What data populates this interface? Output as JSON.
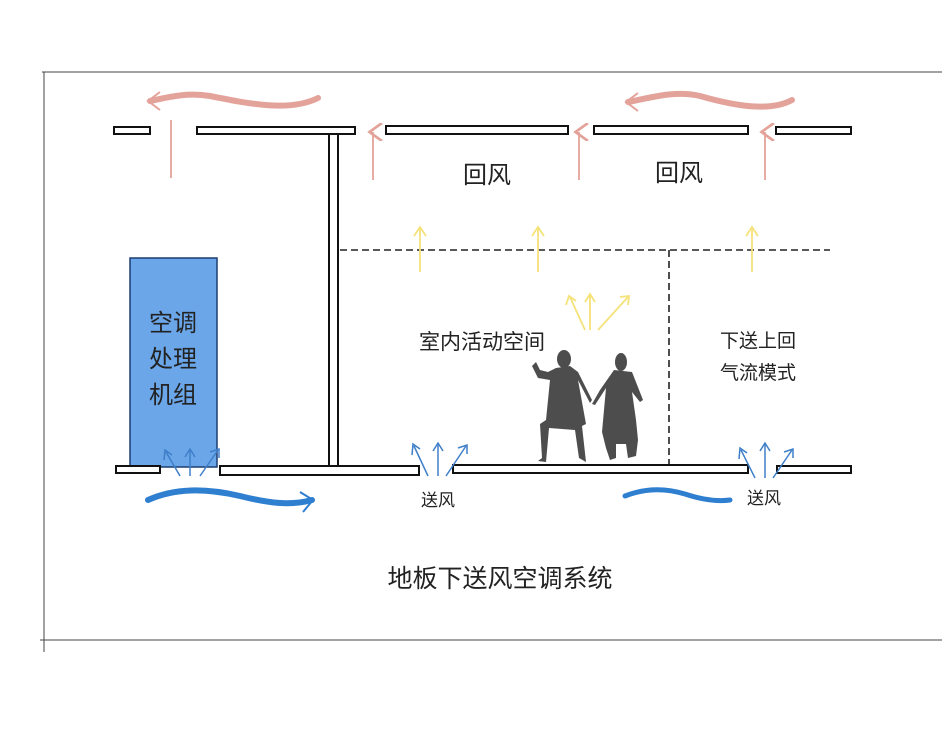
{
  "title": "地板下送风空调系统",
  "ahu": {
    "lines": [
      "空调",
      "处理",
      "机组"
    ],
    "color": "#6aa6e8"
  },
  "return_air_labels": [
    "回风",
    "回风"
  ],
  "room_label": "室内活动空间",
  "mode_label": {
    "line1": "下送上回",
    "line2": "气流模式"
  },
  "supply_air_labels": [
    "送风",
    "送风"
  ],
  "colors": {
    "return_arrow": "#e4a39a",
    "heat_arrow": "#f5e27a",
    "supply_arrow": "#3f7fc9",
    "wave_blue": "#2f7fd0",
    "people": "#4d4d4d"
  }
}
